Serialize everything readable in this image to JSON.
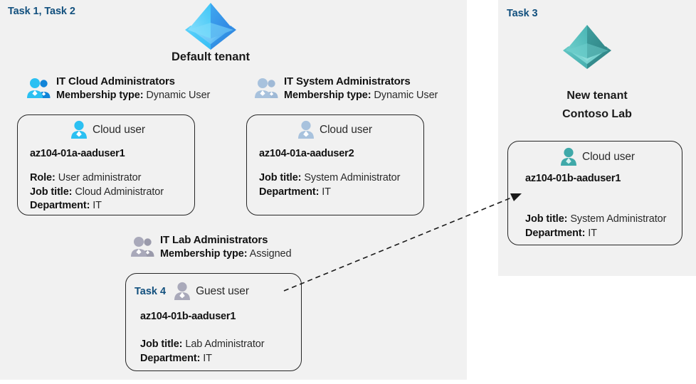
{
  "panels": {
    "left": {
      "task_tag": "Task 1, Task 2"
    },
    "right": {
      "task_tag": "Task 3"
    }
  },
  "tenants": [
    {
      "id": "default-tenant",
      "icon": "azure-ad-tenant-icon",
      "caption_line1": "Default tenant",
      "caption_line2": "",
      "color": "#32b6f3"
    },
    {
      "id": "contoso-lab-tenant",
      "icon": "azure-ad-tenant-icon",
      "caption_line1": "New  tenant",
      "caption_line2": "Contoso Lab",
      "color": "#4cb8b8"
    }
  ],
  "groups": [
    {
      "id": "it-cloud-administrators",
      "title": "IT Cloud Administrators",
      "meta_label": "Membership type:",
      "meta_value": "Dynamic User",
      "icon": "group-users-icon",
      "icon_style": "cyan"
    },
    {
      "id": "it-system-administrators",
      "title": "IT System Administrators",
      "meta_label": "Membership type:",
      "meta_value": "Dynamic User",
      "icon": "group-users-icon",
      "icon_style": "steel"
    },
    {
      "id": "it-lab-administrators",
      "title": "IT Lab Administrators",
      "meta_label": "Membership type:",
      "meta_value": "Assigned",
      "icon": "group-users-icon",
      "icon_style": "gray"
    }
  ],
  "cards": [
    {
      "id": "az104-01a-aaduser1",
      "head_task": "",
      "head_label": "Cloud user",
      "icon": "user-icon",
      "icon_style": "cyan",
      "name": "az104-01a-aaduser1",
      "attrs": [
        {
          "label": "Role:",
          "value": "User administrator"
        },
        {
          "label": "Job title:",
          "value": "Cloud Administrator"
        },
        {
          "label": "Department:",
          "value": "IT"
        }
      ]
    },
    {
      "id": "az104-01a-aaduser2",
      "head_task": "",
      "head_label": "Cloud user",
      "icon": "user-icon",
      "icon_style": "steel",
      "name": "az104-01a-aaduser2",
      "attrs": [
        {
          "label": "Job title:",
          "value": "System Administrator"
        },
        {
          "label": "Department:",
          "value": "IT"
        }
      ]
    },
    {
      "id": "az104-01b-aaduser1-guest",
      "head_task": "Task 4",
      "head_label": "Guest user",
      "icon": "user-icon",
      "icon_style": "gray",
      "name": "az104-01b-aaduser1",
      "attrs": [
        {
          "label": "Job title:",
          "value": "Lab Administrator"
        },
        {
          "label": "Department:",
          "value": "IT"
        }
      ]
    },
    {
      "id": "az104-01b-aaduser1-cloud",
      "head_task": "",
      "head_label": "Cloud user",
      "icon": "user-icon",
      "icon_style": "teal",
      "name": "az104-01b-aaduser1",
      "attrs": [
        {
          "label": "Job title:",
          "value": "System Administrator"
        },
        {
          "label": "Department:",
          "value": "IT"
        }
      ]
    }
  ],
  "connector": {
    "id": "guest-to-cloud-user-arrow",
    "style": "dashed",
    "from": "az104-01b-aaduser1-guest",
    "to": "az104-01b-aaduser1-cloud"
  },
  "colors": {
    "panel_bg": "#f1f1f1",
    "task_blue": "#12507e",
    "card_border": "#262626",
    "text_dark": "#121212",
    "text_body": "#2b2b2b",
    "cyan": "#29b6f0",
    "teal": "#4cb8b8",
    "steel": "#9db6d4",
    "gray": "#a3a3ae"
  }
}
